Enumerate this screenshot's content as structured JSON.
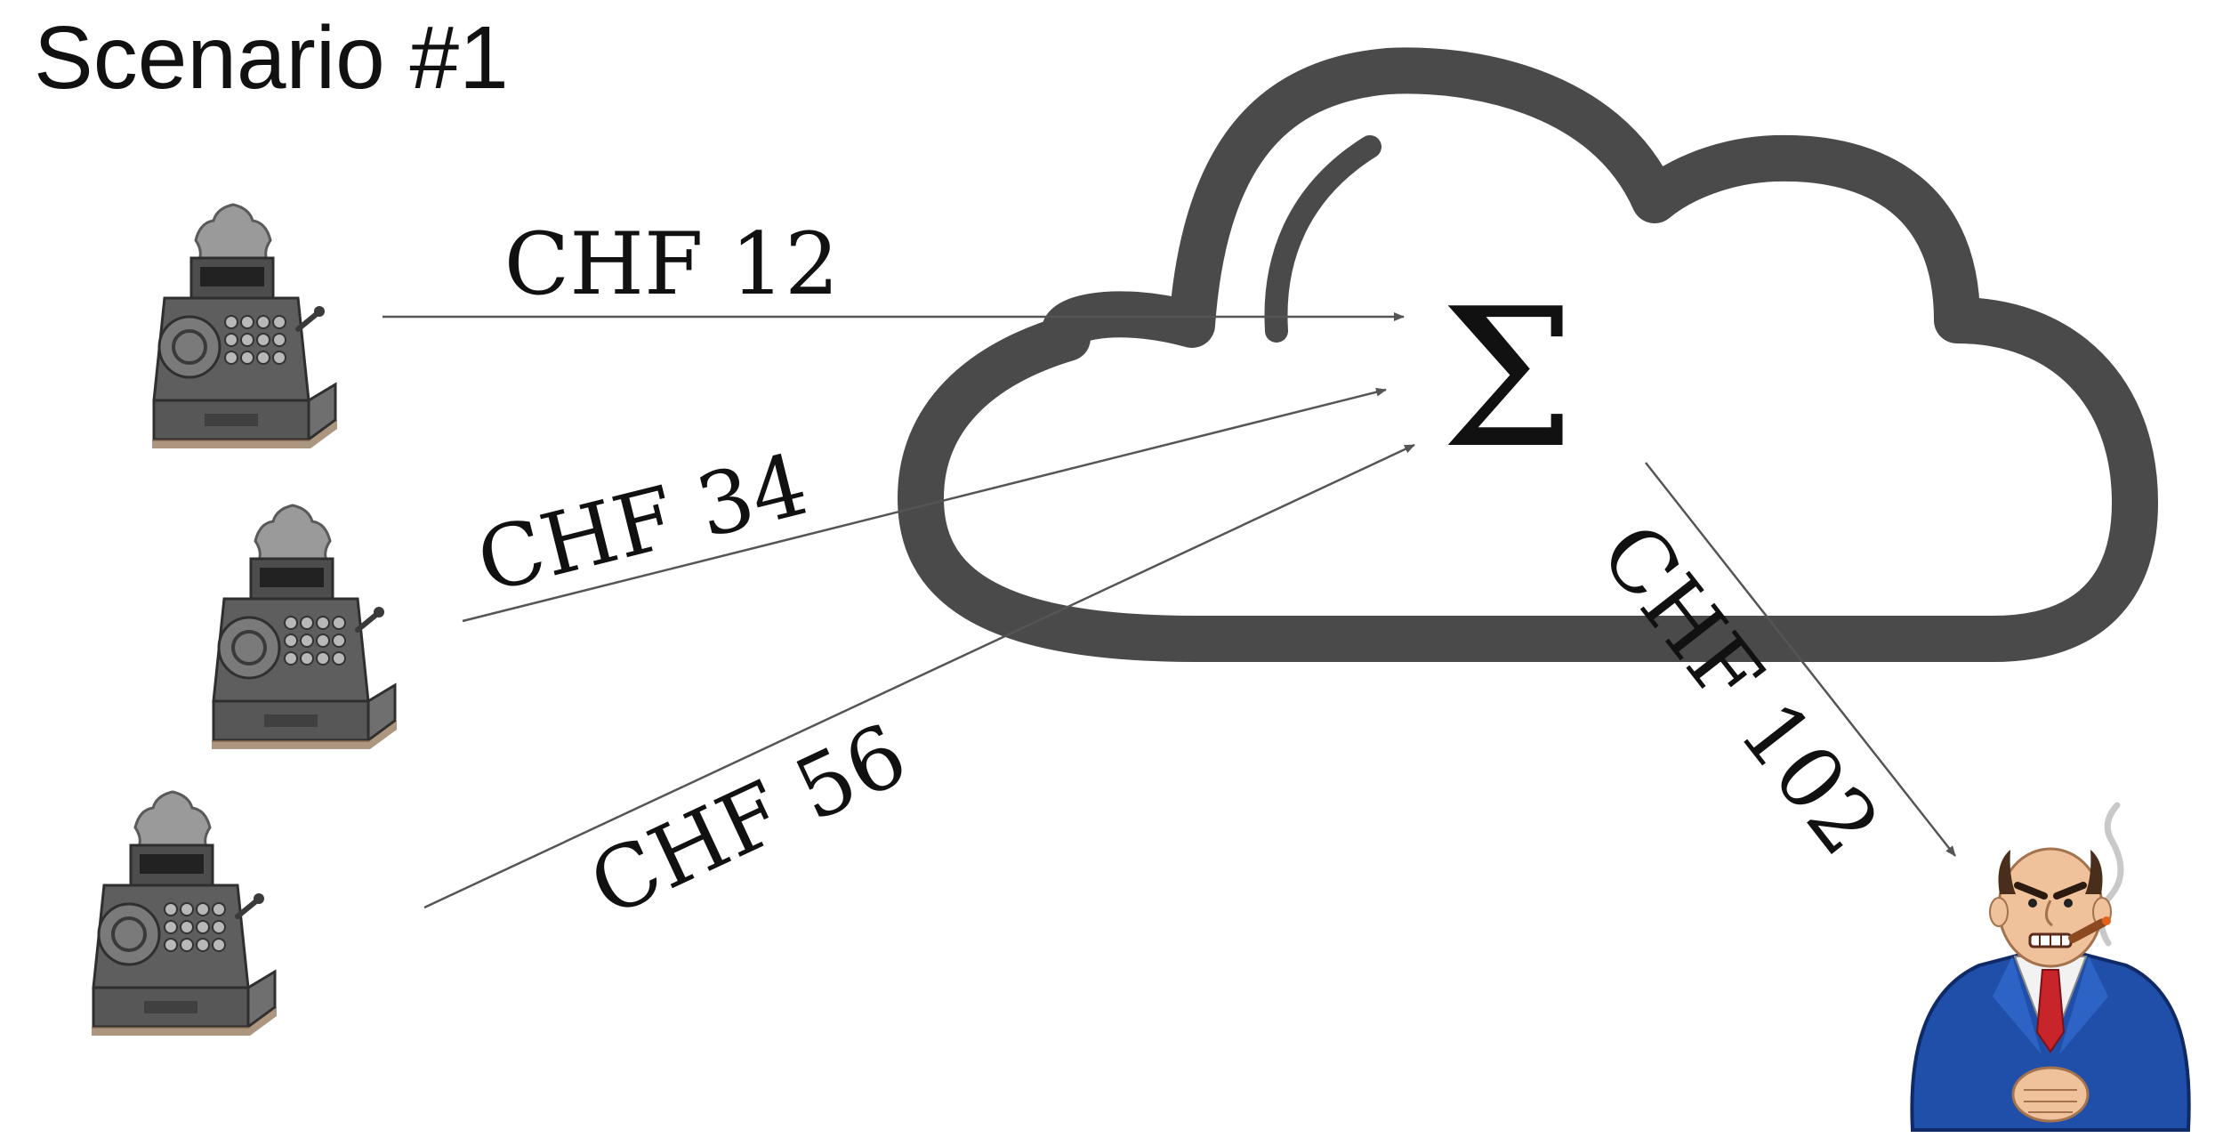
{
  "title": "Scenario #1",
  "colors": {
    "cloud_outline": "#4a4a4a",
    "arrow": "#555555",
    "text": "#111111",
    "register_dark": "#3f3f3f",
    "register_mid": "#6d6d6d",
    "register_light": "#a9a9a9",
    "suit_blue": "#1f4fa8",
    "tie_red": "#c8252b",
    "skin": "#efc29b"
  },
  "cloud": {
    "symbol": "Σ",
    "icon": "cloud-icon"
  },
  "sources": [
    {
      "icon": "cash-register-icon",
      "amount": "CHF 12"
    },
    {
      "icon": "cash-register-icon",
      "amount": "CHF 34"
    },
    {
      "icon": "cash-register-icon",
      "amount": "CHF 56"
    }
  ],
  "output": {
    "amount": "CHF 102",
    "icon": "greedy-businessman-icon"
  }
}
